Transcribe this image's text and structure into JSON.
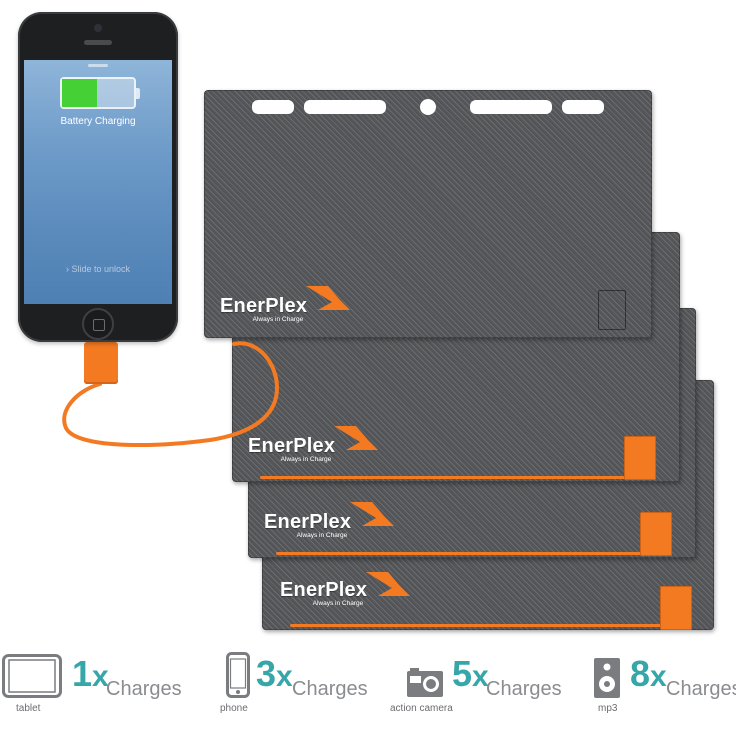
{
  "phone": {
    "status_text": "Battery Charging",
    "unlock_text": "Slide to unlock",
    "battery_level": 0.48
  },
  "brand": {
    "name": "EnerPlex",
    "tagline": "Always in Charge",
    "accent_color": "#f47a22",
    "panel_color": "#545659"
  },
  "stats": [
    {
      "icon": "tablet-icon",
      "count": "1",
      "suffix": "x",
      "word": "Charges",
      "label": "tablet"
    },
    {
      "icon": "phone-icon",
      "count": "3",
      "suffix": "x",
      "word": "Charges",
      "label": "phone"
    },
    {
      "icon": "action-camera-icon",
      "count": "5",
      "suffix": "x",
      "word": "Charges",
      "label": "action camera"
    },
    {
      "icon": "mp3-icon",
      "count": "8",
      "suffix": "x",
      "word": "Charges",
      "label": "mp3"
    }
  ],
  "colors": {
    "count_color": "#36a6a8",
    "word_color": "#8a8c90"
  }
}
